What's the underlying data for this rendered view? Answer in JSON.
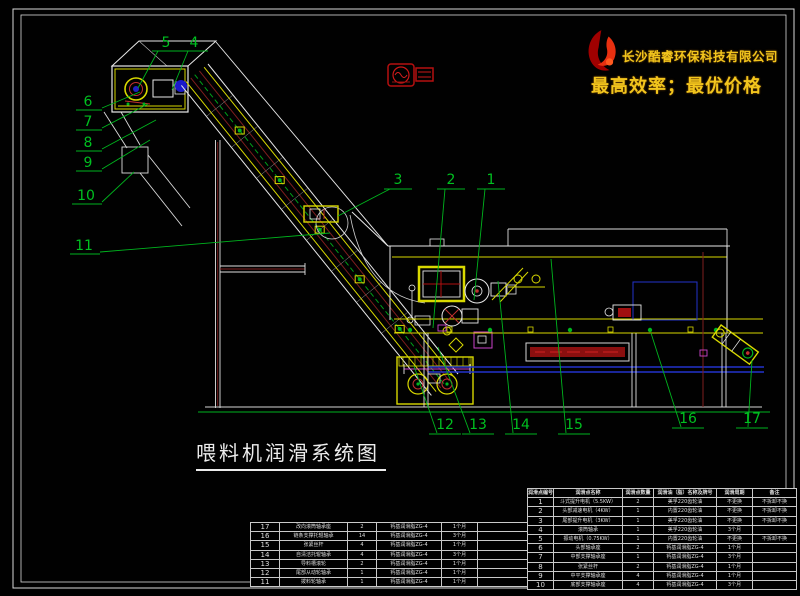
{
  "colors": {
    "cad_white": "#e8e8e8",
    "cad_yellow": "#d8d800",
    "cad_green": "#00b41e",
    "cad_dark_red": "#7e1e1e",
    "cad_blue": "#2233cc",
    "cad_magenta": "#cc44cc",
    "brand_yellow": "#f2c51d",
    "stamp_red": "#c01010"
  },
  "logo": {
    "company": "长沙酷睿环保科技有限公司",
    "slogan": "最高效率；最优价格"
  },
  "title": {
    "text": "喂料机润滑系统图"
  },
  "callouts": [
    {
      "label": "1"
    },
    {
      "label": "2"
    },
    {
      "label": "3"
    },
    {
      "label": "4"
    },
    {
      "label": "5"
    },
    {
      "label": "6"
    },
    {
      "label": "7"
    },
    {
      "label": "8"
    },
    {
      "label": "9"
    },
    {
      "label": "10"
    },
    {
      "label": "11"
    },
    {
      "label": "12"
    },
    {
      "label": "13"
    },
    {
      "label": "14"
    },
    {
      "label": "15"
    },
    {
      "label": "16"
    },
    {
      "label": "17"
    }
  ],
  "tables": {
    "left": {
      "widths": [
        28,
        67,
        28,
        64,
        35,
        50
      ],
      "rows": [
        [
          "17",
          "改向滚筒轴承座",
          "2",
          "钙基润滑脂ZG-4",
          "1个月",
          ""
        ],
        [
          "16",
          "链条支撑托辊轴承",
          "14",
          "钙基润滑脂ZG-4",
          "3个月",
          ""
        ],
        [
          "15",
          "张紧丝杆",
          "4",
          "钙基润滑脂ZG-4",
          "1个月",
          ""
        ],
        [
          "14",
          "自清洁托辊轴承",
          "4",
          "钙基润滑脂ZG-4",
          "3个月",
          ""
        ],
        [
          "13",
          "导料槽滚轮",
          "2",
          "钙基润滑脂ZG-4",
          "1个月",
          ""
        ],
        [
          "12",
          "尾部从动轮轴承",
          "1",
          "钙基润滑脂ZG-4",
          "1个月",
          ""
        ],
        [
          "11",
          "拨料轮轴承",
          "1",
          "钙基润滑脂ZG-4",
          "1个月",
          ""
        ]
      ]
    },
    "right": {
      "widths": [
        25,
        68,
        30,
        62,
        35,
        43
      ],
      "header": [
        "润滑点编号",
        "润滑点名称",
        "润滑点数量",
        "润滑油（脂）名称及牌号",
        "润滑周期",
        "备注"
      ],
      "rows": [
        [
          "1",
          "斗式提升电机（5.5KW）",
          "2",
          "美孚220齿轮油",
          "不更换",
          "不拆卸不换"
        ],
        [
          "2",
          "头部减速电机（4KW）",
          "1",
          "内置220齿轮油",
          "不更换",
          "不拆卸不换"
        ],
        [
          "3",
          "尾部提升电机（3KW）",
          "1",
          "美孚220齿轮油",
          "不更换",
          "不拆卸不换"
        ],
        [
          "4",
          "滚筒轴承",
          "1",
          "美孚220齿轮油",
          "3个月",
          ""
        ],
        [
          "5",
          "振动电机（0.75KW）",
          "1",
          "内置220齿轮油",
          "不更换",
          "不拆卸不换"
        ],
        [
          "6",
          "头部轴承座",
          "2",
          "钙基润滑脂ZG-4",
          "1个月",
          ""
        ],
        [
          "7",
          "中部支撑轴承座",
          "1",
          "钙基润滑脂ZG-4",
          "3个月",
          ""
        ],
        [
          "8",
          "张紧丝杆",
          "2",
          "钙基润滑脂ZG-4",
          "1个月",
          ""
        ],
        [
          "9",
          "中平支撑轴承座",
          "4",
          "钙基润滑脂ZG-4",
          "1个月",
          ""
        ],
        [
          "10",
          "底部支撑轴承座",
          "4",
          "钙基润滑脂ZG-4",
          "3个月",
          ""
        ]
      ]
    }
  }
}
